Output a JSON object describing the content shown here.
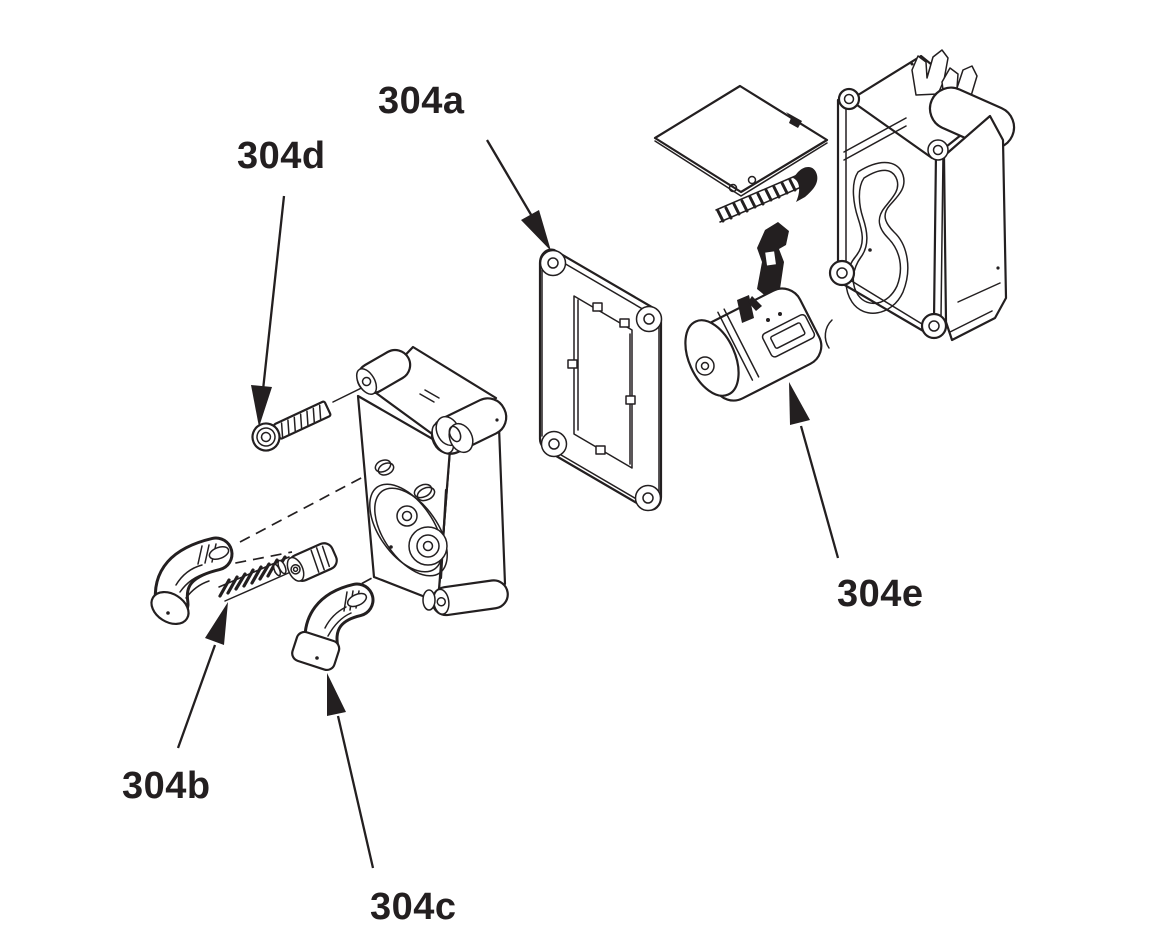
{
  "figure": {
    "name": "exploded-parts-diagram",
    "background": "#ffffff",
    "ink_color": "#231f20",
    "callouts": [
      {
        "ref": "304a"
      },
      {
        "ref": "304b"
      },
      {
        "ref": "304c"
      },
      {
        "ref": "304d"
      },
      {
        "ref": "304e"
      }
    ]
  }
}
